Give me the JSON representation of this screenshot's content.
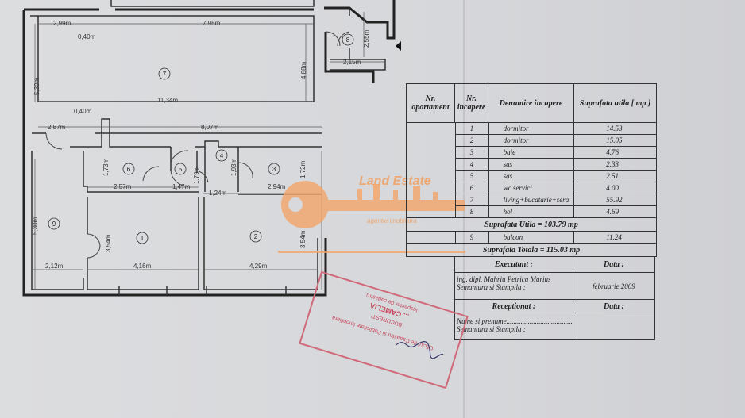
{
  "dimensions": {
    "d1": "2,99m",
    "d2": "7,95m",
    "d3": "0,40m",
    "d4": "2,55m",
    "d5": "2,15m",
    "d6": "5,39m",
    "d7": "4,88m",
    "d8": "11,34m",
    "d9": "0,40m",
    "d10": "2,87m",
    "d11": "8,07m",
    "d12": "1,73m",
    "d13": "1,79m",
    "d14": "1,93m",
    "d15": "1,72m",
    "d16": "2,57m",
    "d17": "1,47m",
    "d18": "1,24m",
    "d19": "2,94m",
    "d20": "5,30m",
    "d21": "3,54m",
    "d22": "3,54m",
    "d23": "2,12m",
    "d24": "4,16m",
    "d25": "4,29m"
  },
  "room_numbers": [
    "1",
    "2",
    "3",
    "4",
    "5",
    "6",
    "7",
    "8",
    "9"
  ],
  "logo": {
    "name": "Land Estate",
    "tagline": "agentie imobiliara",
    "color": "#f2a060"
  },
  "table": {
    "headers": {
      "nr_apartament": "Nr. apartament",
      "nr_incapere": "Nr. incapere",
      "denumire": "Denumire incapere",
      "suprafata": "Suprafata utila [ mp ]"
    },
    "rows": [
      {
        "n": "1",
        "name": "dormitor",
        "area": "14.53"
      },
      {
        "n": "2",
        "name": "dormitor",
        "area": "15.05"
      },
      {
        "n": "3",
        "name": "baie",
        "area": "4.76"
      },
      {
        "n": "4",
        "name": "sas",
        "area": "2.33"
      },
      {
        "n": "5",
        "name": "sas",
        "area": "2.51"
      },
      {
        "n": "6",
        "name": "wc servici",
        "area": "4.00"
      },
      {
        "n": "7",
        "name": "living+bucatarie+sera",
        "area": "55.92"
      },
      {
        "n": "8",
        "name": "hol",
        "area": "4.69"
      }
    ],
    "suprafata_utila": "Suprafata Utila = 103.79 mp",
    "balcon": {
      "n": "9",
      "name": "balcon",
      "area": "11.24"
    },
    "suprafata_totala": "Suprafata Totala = 115.03 mp",
    "executant_label": "Executant :",
    "data_label": "Data :",
    "executant_name": "ing. dipl. Mahriu Petrica Marius",
    "semnatura": "Semantura si Stampila :",
    "executant_date": "februarie 2009",
    "receptionat_label": "Receptionat :",
    "nume_label": "Nume si prenume..........................................",
    "semnatura2": "Semantura si Stampila :"
  },
  "stamp": {
    "line1": "Oficiul de Cadastru si Publicitate Imobiliara",
    "line2": "BUCURESTI",
    "line3": "... CAMELIA",
    "line4": "Inspector de cadastru",
    "color": "#c9485f"
  }
}
